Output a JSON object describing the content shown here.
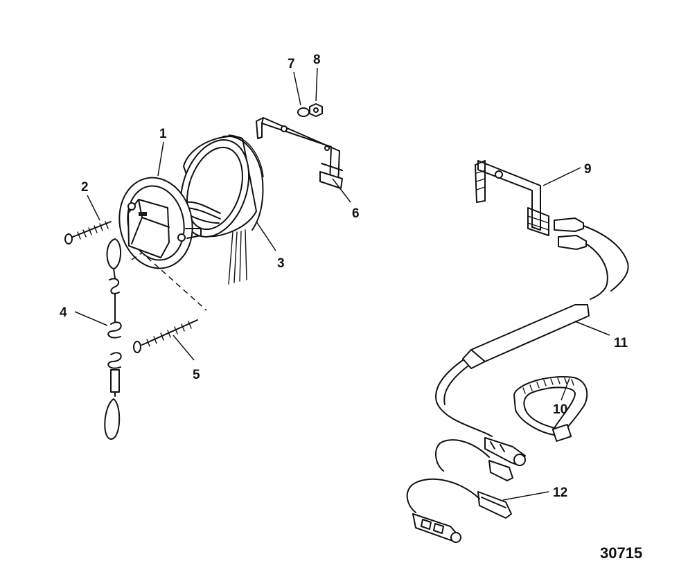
{
  "callouts": {
    "c1": "1",
    "c2": "2",
    "c3": "3",
    "c4": "4",
    "c5": "5",
    "c6": "6",
    "c7": "7",
    "c8": "8",
    "c9": "9",
    "c10": "10",
    "c11": "11",
    "c12": "12"
  },
  "figure_number": "30715",
  "colors": {
    "ink": "#111111",
    "background": "#ffffff"
  }
}
